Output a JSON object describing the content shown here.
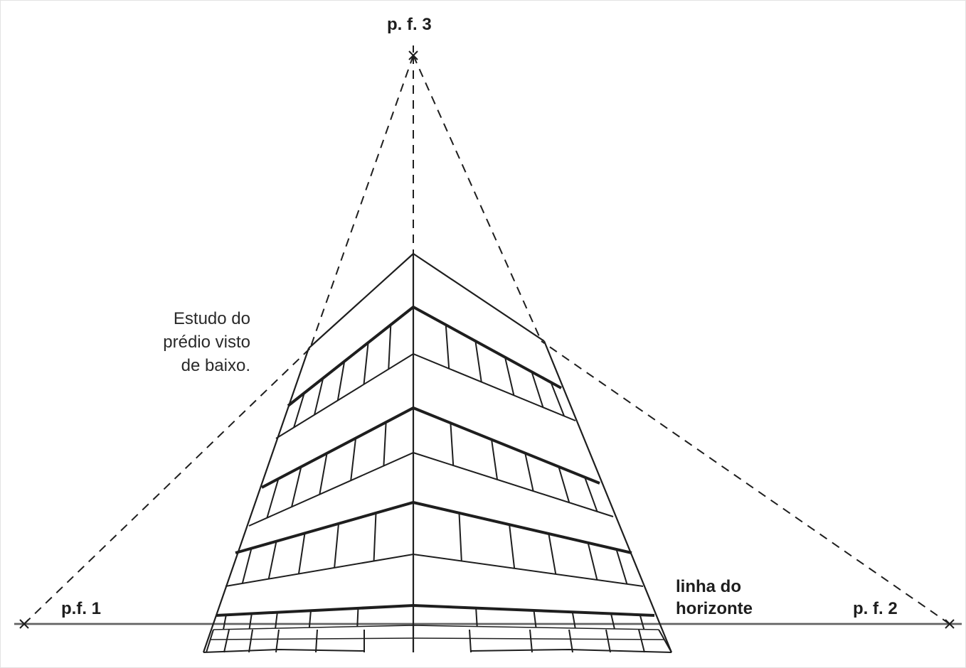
{
  "labels": {
    "vp3": "p. f. 3",
    "vp1": "p.f. 1",
    "vp2": "p. f. 2",
    "study": [
      "Estudo do",
      "prédio visto",
      "de baixo."
    ],
    "horizon": [
      "linha do",
      "horizonte"
    ]
  },
  "colors": {
    "ink": "#1e1e1e",
    "horizon_line": "#8a8a8a",
    "background": "#ffffff"
  }
}
